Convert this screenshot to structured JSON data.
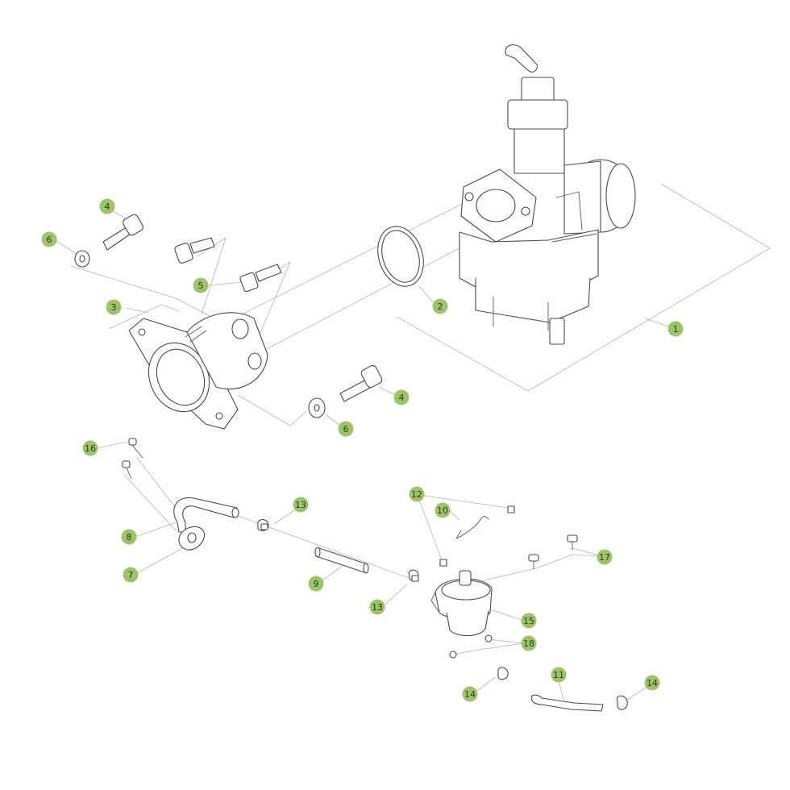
{
  "diagram": {
    "bubble_color": "#9dc46a",
    "callouts": [
      "1",
      "2",
      "3",
      "4",
      "4",
      "5",
      "6",
      "6",
      "7",
      "8",
      "9",
      "10",
      "11",
      "12",
      "13",
      "13",
      "14",
      "14",
      "15",
      "16",
      "17",
      "18"
    ]
  }
}
